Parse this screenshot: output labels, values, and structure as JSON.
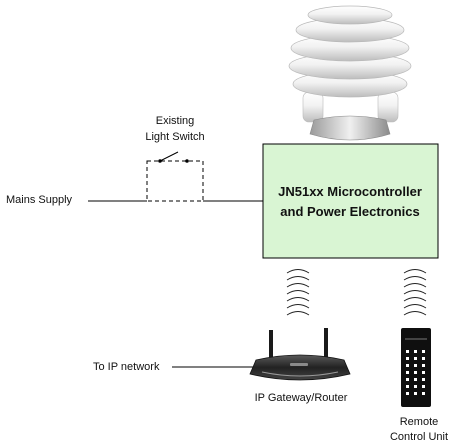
{
  "labels": {
    "switch_line1": "Existing",
    "switch_line2": "Light Switch",
    "mains": "Mains Supply",
    "controller_line1": "JN51xx Microcontroller",
    "controller_line2": "and Power Electronics",
    "ip_network": "To IP network",
    "gateway": "IP Gateway/Router",
    "remote_line1": "Remote",
    "remote_line2": "Control Unit"
  },
  "colors": {
    "controller_fill": "#d9f5d3",
    "line": "#000000",
    "router_body": "#2b2b2b",
    "remote_body": "#0f0f0f"
  },
  "icons": [
    "cfl-bulb-icon",
    "switch-icon",
    "wireless-waves-icon",
    "router-icon",
    "remote-control-icon"
  ]
}
